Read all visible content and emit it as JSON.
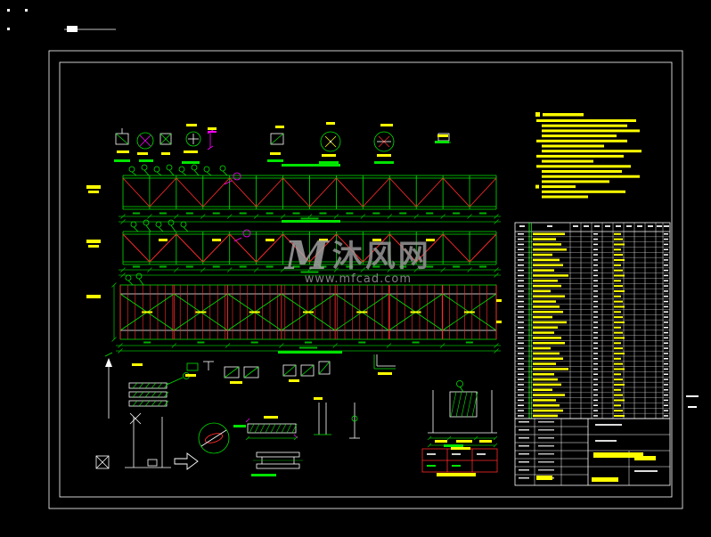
{
  "colors": {
    "bg": "#000000",
    "frame": "#ffffff",
    "green": "#00e400",
    "dim": "#00b400",
    "red": "#ff2a2a",
    "magenta": "#ff00ff",
    "yellow": "#ffff00",
    "white": "#ffffff",
    "gray": "#9c9c9c"
  },
  "watermark": {
    "logo": "M",
    "brand": "沐风网",
    "url": "www.mfcad.com"
  },
  "notes": {
    "title_w": 46,
    "lines": [
      [
        112,
        0,
        0
      ],
      [
        96,
        6,
        0
      ],
      [
        110,
        6,
        0
      ],
      [
        84,
        6,
        0
      ],
      [
        102,
        0,
        0
      ],
      [
        70,
        6,
        0
      ],
      [
        112,
        6,
        0
      ],
      [
        98,
        0,
        0
      ],
      [
        58,
        6,
        0
      ],
      [
        106,
        0,
        0
      ],
      [
        90,
        6,
        0
      ],
      [
        110,
        6,
        0
      ],
      [
        76,
        6,
        0
      ],
      [
        38,
        0,
        1
      ],
      [
        94,
        6,
        0
      ],
      [
        52,
        6,
        0
      ]
    ]
  },
  "labels": [
    [
      131,
      169,
      14,
      3,
      "y"
    ],
    [
      154,
      171,
      12,
      3,
      "y"
    ],
    [
      181,
      171,
      10,
      3,
      "y"
    ],
    [
      206,
      169,
      16,
      3,
      "y"
    ],
    [
      233,
      143,
      10,
      3,
      "y"
    ],
    [
      209,
      139,
      12,
      3,
      "y"
    ],
    [
      303,
      171,
      12,
      3,
      "y"
    ],
    [
      309,
      141,
      10,
      3,
      "y"
    ],
    [
      361,
      173,
      16,
      3,
      "y"
    ],
    [
      366,
      137,
      10,
      3,
      "y"
    ],
    [
      423,
      173,
      16,
      3,
      "y"
    ],
    [
      427,
      139,
      14,
      3,
      "y"
    ],
    [
      491,
      151,
      12,
      3,
      "y"
    ],
    [
      128,
      179,
      18,
      3,
      "g"
    ],
    [
      156,
      179,
      16,
      3,
      "g"
    ],
    [
      204,
      181,
      20,
      3,
      "g"
    ],
    [
      300,
      179,
      18,
      3,
      "g"
    ],
    [
      358,
      181,
      22,
      3,
      "g"
    ],
    [
      420,
      181,
      22,
      3,
      "g"
    ],
    [
      488,
      158,
      16,
      3,
      "g"
    ],
    [
      316,
      184,
      66,
      3,
      "g"
    ],
    [
      316,
      247,
      66,
      3,
      "g"
    ],
    [
      312,
      394,
      72,
      3,
      "g"
    ],
    [
      97,
      208,
      16,
      4,
      "y"
    ],
    [
      99,
      214,
      12,
      3,
      "y"
    ],
    [
      97,
      269,
      16,
      4,
      "y"
    ],
    [
      99,
      275,
      12,
      3,
      "y"
    ],
    [
      97,
      331,
      16,
      4,
      "y"
    ],
    [
      178,
      268,
      10,
      3,
      "y"
    ],
    [
      238,
      268,
      10,
      3,
      "y"
    ],
    [
      298,
      268,
      10,
      3,
      "y"
    ],
    [
      358,
      268,
      10,
      3,
      "y"
    ],
    [
      418,
      268,
      10,
      3,
      "y"
    ],
    [
      478,
      268,
      10,
      3,
      "y"
    ],
    [
      557,
      336,
      6,
      3,
      "y"
    ],
    [
      557,
      360,
      6,
      3,
      "y"
    ],
    [
      148,
      408,
      12,
      3,
      "y"
    ],
    [
      208,
      420,
      12,
      3,
      "y"
    ],
    [
      258,
      428,
      14,
      3,
      "y"
    ],
    [
      324,
      426,
      12,
      3,
      "y"
    ],
    [
      424,
      418,
      16,
      3,
      "y"
    ],
    [
      296,
      467,
      16,
      3,
      "y"
    ],
    [
      352,
      446,
      10,
      3,
      "y"
    ],
    [
      488,
      494,
      14,
      3,
      "y"
    ],
    [
      512,
      494,
      18,
      3,
      "y"
    ],
    [
      538,
      494,
      14,
      3,
      "y"
    ],
    [
      506,
      502,
      22,
      3,
      "y"
    ],
    [
      490,
      531,
      44,
      4,
      "y"
    ],
    [
      498,
      499,
      22,
      3,
      "g"
    ],
    [
      262,
      477,
      14,
      3,
      "g"
    ],
    [
      282,
      532,
      28,
      3,
      "g"
    ],
    [
      233,
      147,
      10,
      2,
      "m"
    ]
  ],
  "table": {
    "rows_m": [
      36,
      26,
      32,
      38,
      22,
      30,
      34,
      24,
      40,
      28,
      32,
      20,
      36,
      26,
      30,
      34,
      22,
      38,
      28,
      24,
      32,
      36,
      20,
      30,
      34,
      26,
      40,
      24,
      28,
      32,
      22,
      36,
      26,
      30,
      34,
      28
    ]
  },
  "title_block": {
    "bars": [
      [
        666,
        508,
        56,
        6
      ],
      [
        712,
        512,
        24,
        5
      ],
      [
        602,
        534,
        18,
        5
      ],
      [
        664,
        536,
        30,
        5
      ]
    ]
  }
}
